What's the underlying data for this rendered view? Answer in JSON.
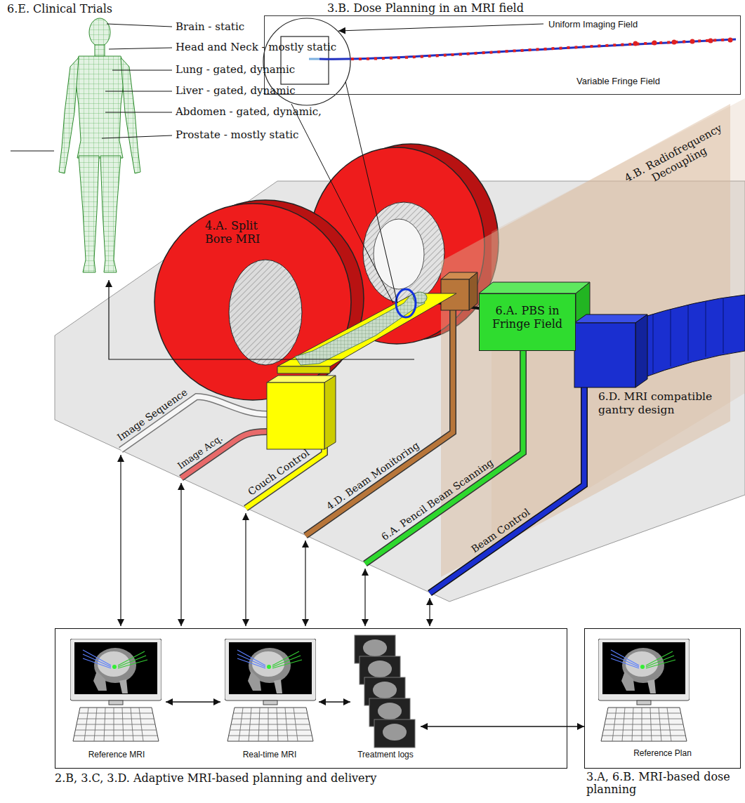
{
  "diagram": {
    "nodes": [
      {
        "text": [
          "3.B. Dose Planning in an MRI field",
          "Uniform Imaging Field",
          "Variable Fringe Field"
        ]
      },
      {
        "text": [
          "4.A. Split Bore MRI"
        ]
      },
      {
        "text": [
          "6.A. PBS in Fringe Field"
        ]
      },
      {
        "text": [
          "2.B, 3.C, 3.D. Adaptive MRI-based planning and delivery"
        ]
      },
      {
        "text": [
          "Reference MRI"
        ],
        "in": 3
      },
      {
        "text": [
          "Real-time MRI"
        ],
        "in": 3
      },
      {
        "text": [
          "Treatment logs"
        ],
        "in": 3
      },
      {
        "text": [
          "Reference Plan",
          "3.A, 6.B. MRI-based dose planning"
        ]
      }
    ],
    "edges": [
      {
        "from": 4,
        "to": 5,
        "arrow": "both"
      },
      {
        "from": 5,
        "to": 6,
        "arrow": "both"
      },
      {
        "from": 6,
        "to": 7,
        "arrow": "both"
      }
    ],
    "labels": [
      "6.E. Clinical Trials",
      "Brain - static",
      "Head and Neck - mostly static",
      "Lung - gated, dynamic",
      "Liver - gated, dynamic",
      "Abdomen - gated, dynamic,",
      "Prostate - mostly static",
      "4.B. Radiofrequency Decoupling",
      "6.D. MRI compatible gantry design",
      "Image Sequence",
      "Image Acq.",
      "Couch Control",
      "4.D. Beam Monitoring",
      "6.A. Pencil Beam Scanning",
      "Beam Control"
    ]
  }
}
